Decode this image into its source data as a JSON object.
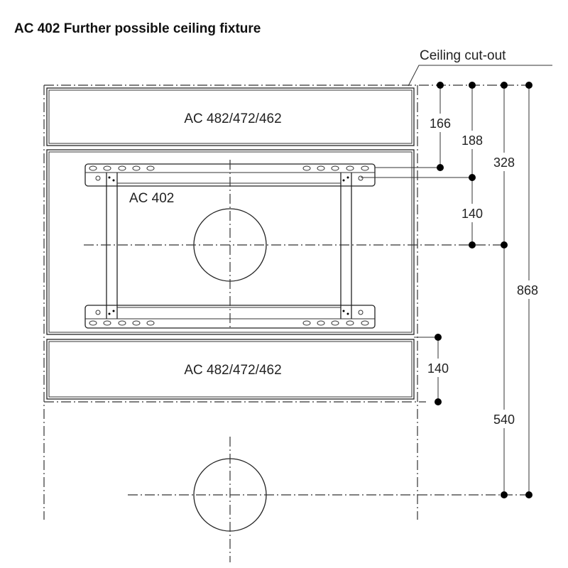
{
  "title": "AC 402 Further possible ceiling fixture",
  "labels": {
    "ceiling_cutout": "Ceiling cut-out",
    "top_unit": "AC 482/472/462",
    "middle_unit": "AC 402",
    "bottom_unit": "AC 482/472/462"
  },
  "dimensions": {
    "d166": "166",
    "d188": "188",
    "d328": "328",
    "d140_upper": "140",
    "d868": "868",
    "d140_lower": "140",
    "d540": "540"
  }
}
